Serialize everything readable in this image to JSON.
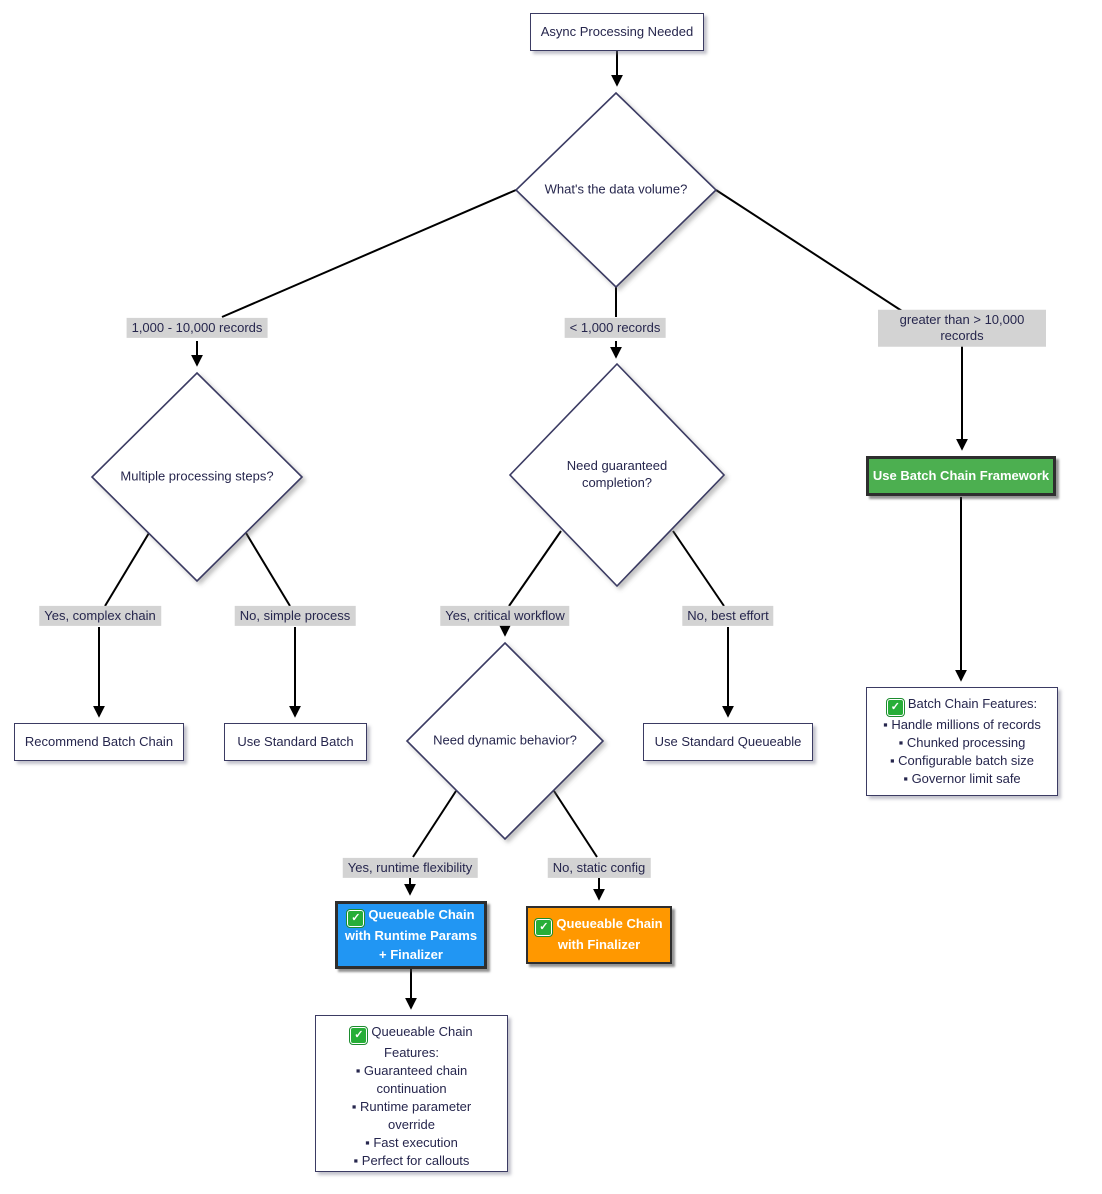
{
  "diagram": {
    "nodes": {
      "start": "Async Processing Needed",
      "volume_q": "What's the data volume?",
      "steps_q": "Multiple processing steps?",
      "guaranteed_q": "Need guaranteed completion?",
      "dynamic_q": "Need dynamic behavior?",
      "recommend_batch_chain": "Recommend Batch Chain",
      "use_standard_batch": "Use Standard Batch",
      "use_standard_queueable": "Use Standard Queueable",
      "use_batch_chain_framework": "Use Batch Chain Framework",
      "queueable_runtime": {
        "line1": "Queueable Chain",
        "line2": "with Runtime Params",
        "line3": "+ Finalizer"
      },
      "queueable_finalizer": {
        "line1": "Queueable Chain",
        "line2": "with Finalizer"
      },
      "batch_features": {
        "title": "Batch Chain Features:",
        "items": [
          "▪ Handle millions of records",
          "▪ Chunked processing",
          "▪ Configurable batch size",
          "▪ Governor limit safe"
        ]
      },
      "queueable_features": {
        "title": "Queueable Chain Features:",
        "items": [
          "▪ Guaranteed chain continuation",
          "▪ Runtime parameter override",
          "▪ Fast execution",
          "▪ Perfect for callouts"
        ]
      }
    },
    "edge_labels": {
      "mid_volume": "1,000 - 10,000 records",
      "low_volume": "< 1,000 records",
      "high_volume": "greater than > 10,000 records",
      "yes_complex": "Yes, complex chain",
      "no_simple": "No, simple process",
      "yes_critical": "Yes, critical workflow",
      "no_best_effort": "No, best effort",
      "yes_runtime": "Yes, runtime flexibility",
      "no_static": "No, static config"
    },
    "icons": {
      "check": "✓"
    },
    "colors": {
      "success_green": "#4caf50",
      "primary_blue": "#2196f3",
      "accent_orange": "#ff9800",
      "node_border": "#3b3b63",
      "edge_label_bg": "#d3d3d3",
      "text": "#26264d",
      "edge_line": "#000000"
    }
  }
}
